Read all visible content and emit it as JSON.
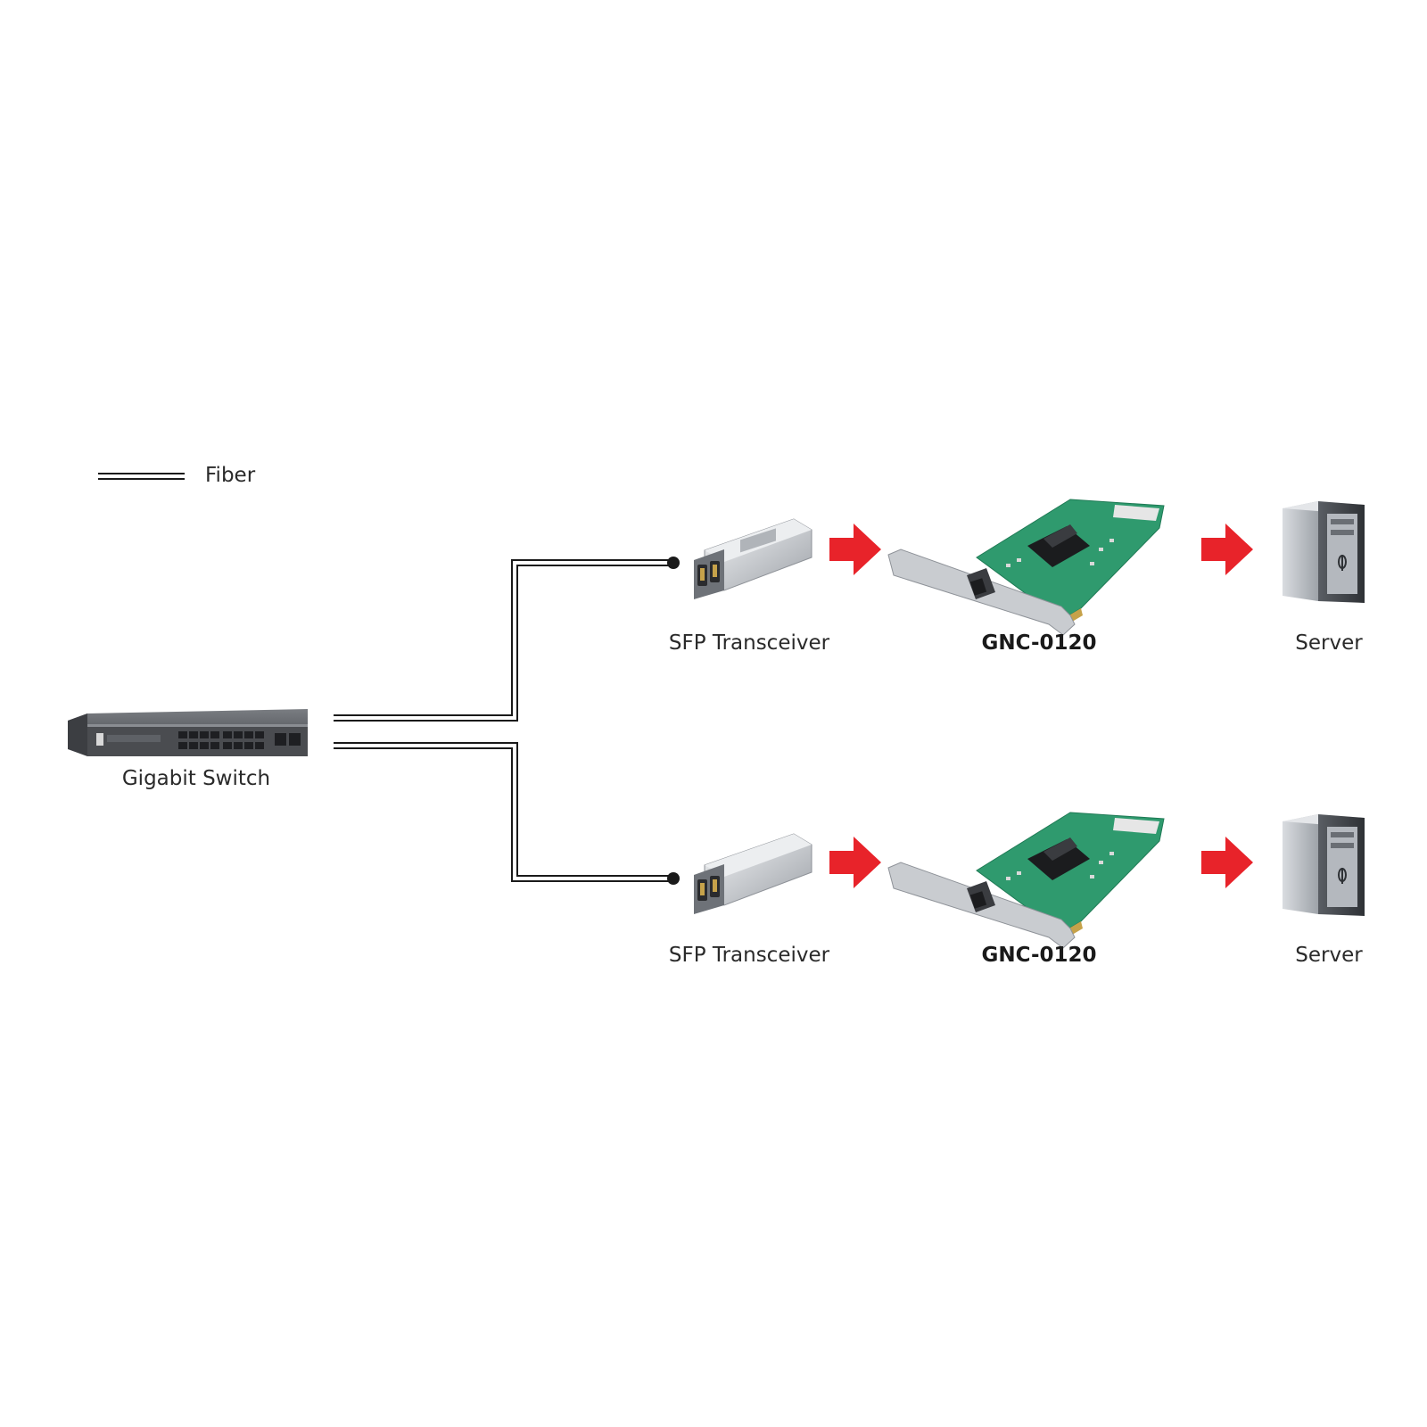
{
  "legend": {
    "label": "Fiber"
  },
  "nodes": {
    "switch": {
      "label": "Gigabit Switch"
    },
    "top": {
      "sfp_label": "SFP Transceiver",
      "nic_label": "GNC-0120",
      "server_label": "Server"
    },
    "bottom": {
      "sfp_label": "SFP Transceiver",
      "nic_label": "GNC-0120",
      "server_label": "Server"
    }
  },
  "colors": {
    "fiber_line": "#1a1a1a",
    "arrow": "#e8232a",
    "pcb": "#2f9a6e",
    "bracket": "#c9ccd0",
    "switch_body": "#5a5c60",
    "server_body": "#b8bcc2"
  }
}
